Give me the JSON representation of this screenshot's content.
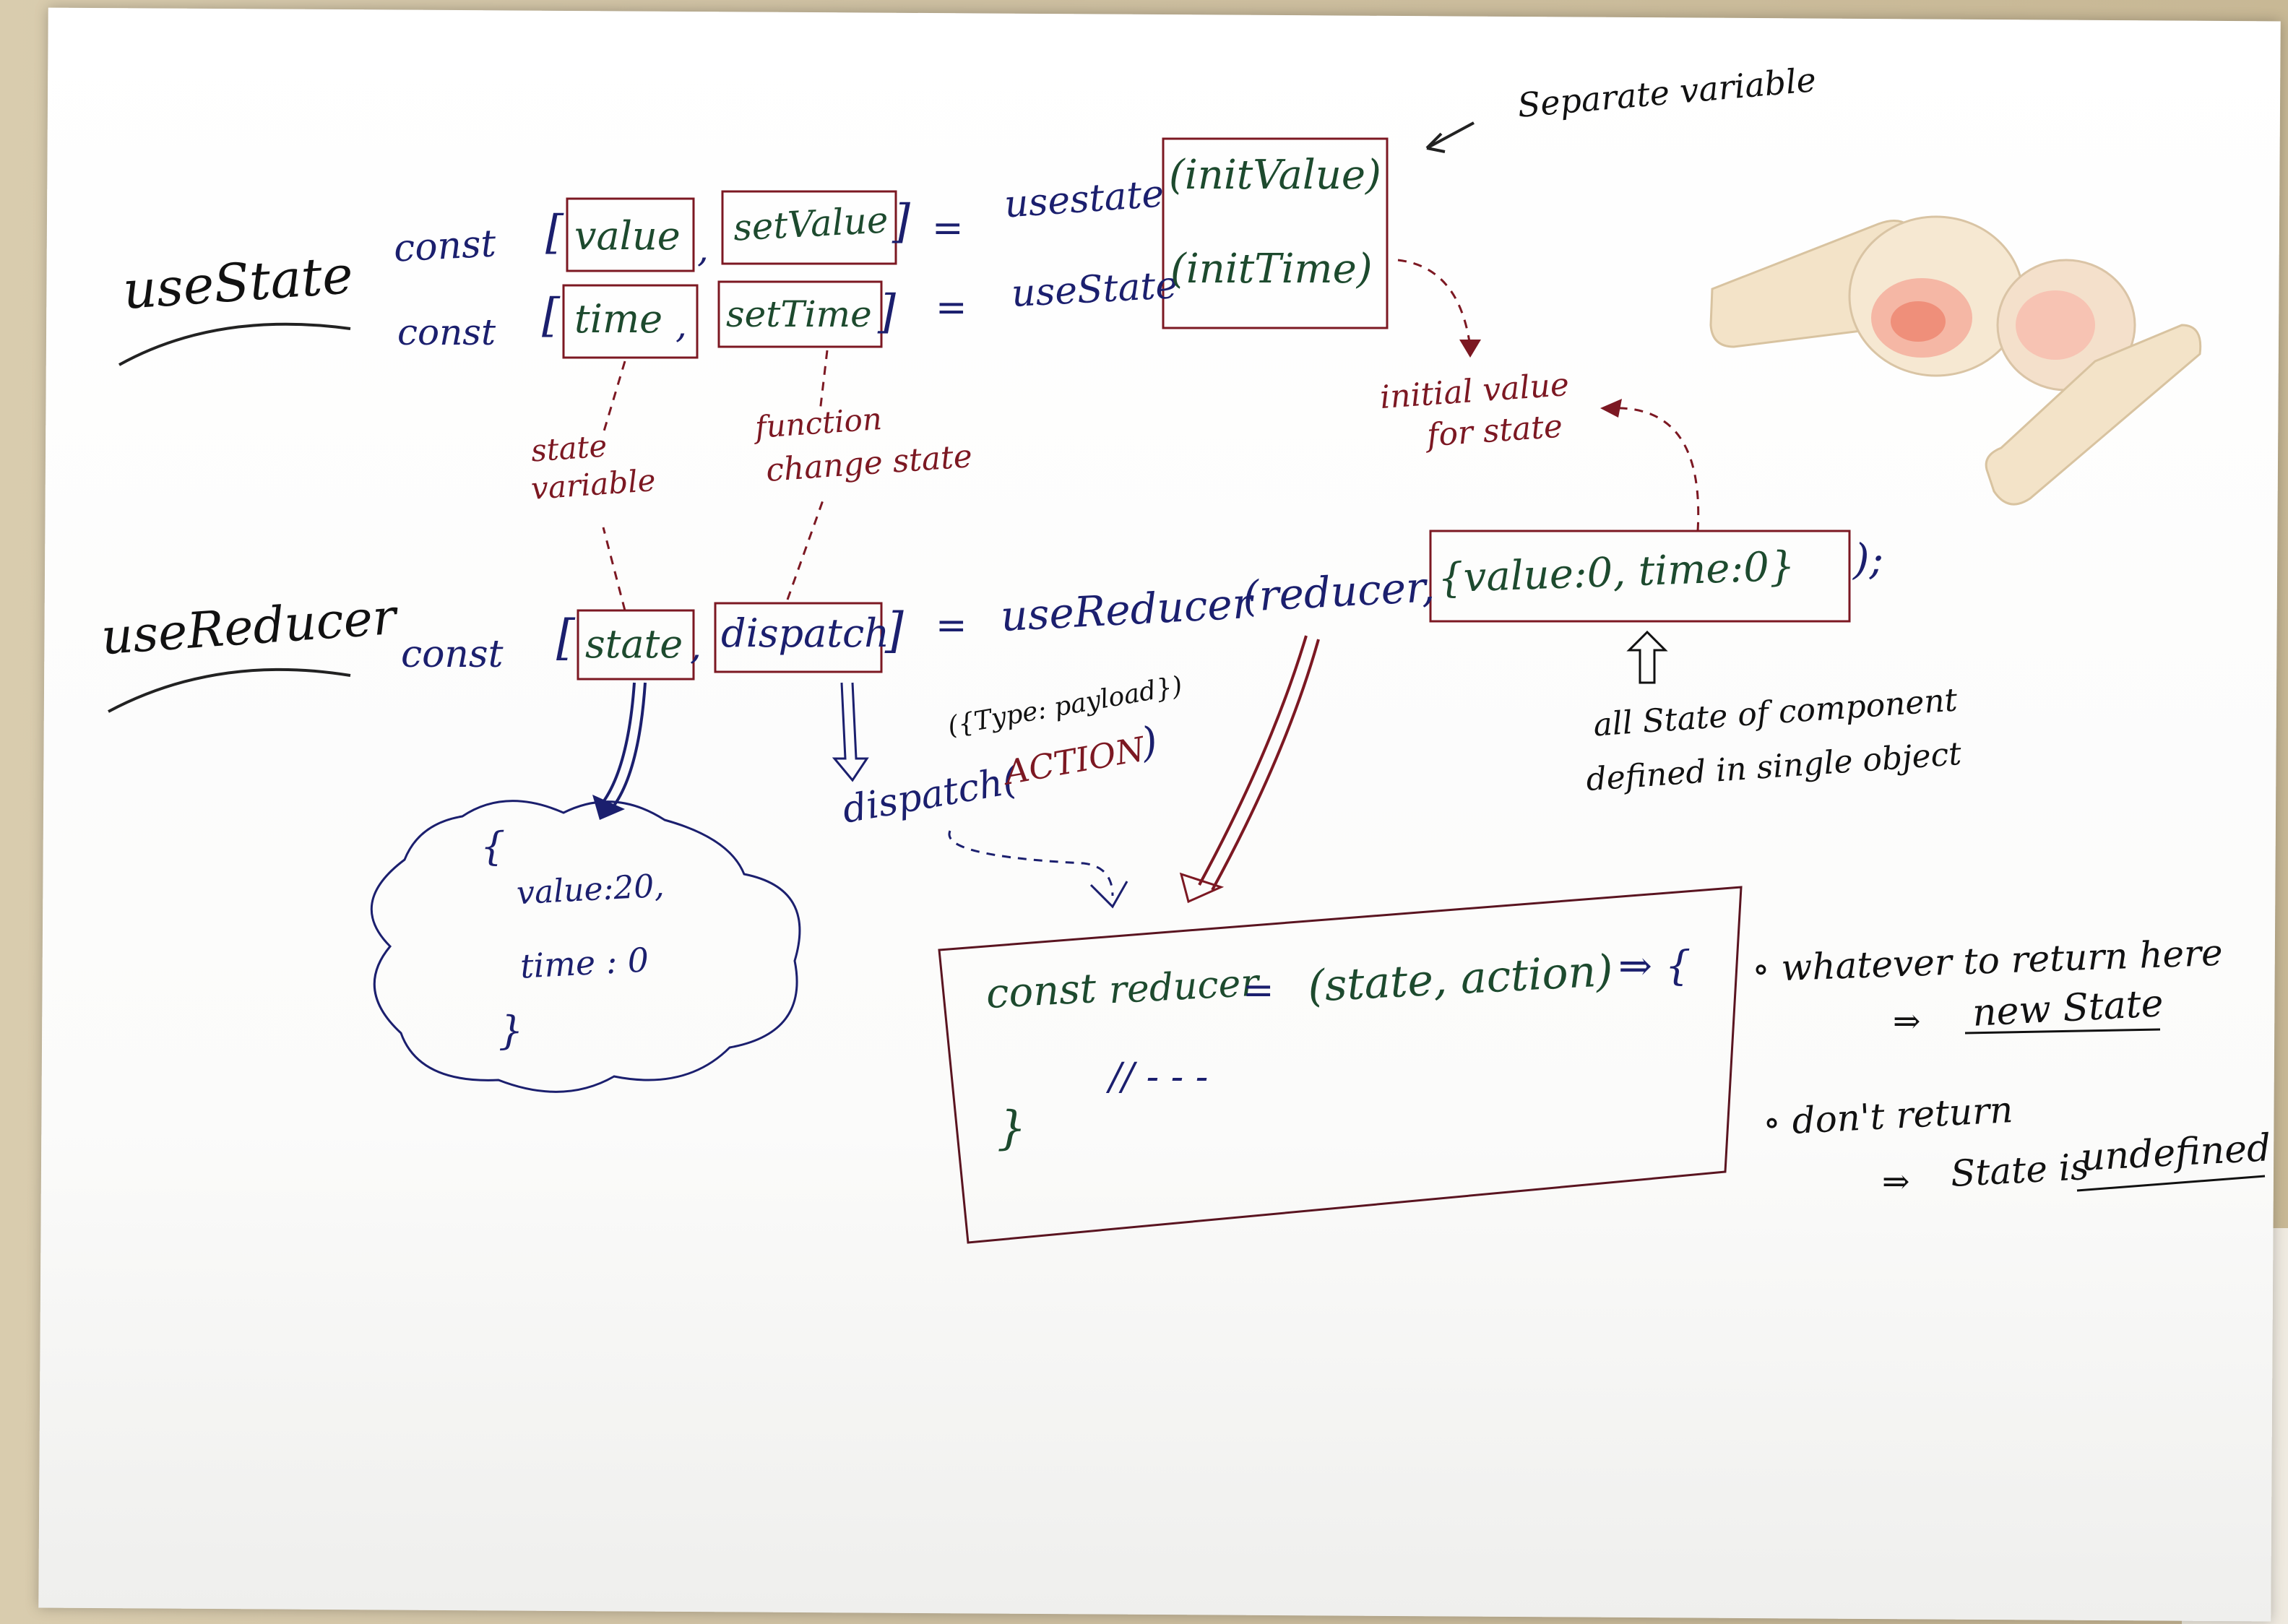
{
  "headings": {
    "usestate": "useState",
    "usereducer": "useReducer"
  },
  "usestate_line1": {
    "const": "const",
    "open_bracket": "[",
    "var": "value",
    "comma": ",",
    "setter": "setValue",
    "close_bracket": "]",
    "equals": "=",
    "hook": "usestate",
    "arg": "(initValue)"
  },
  "usestate_line2": {
    "const": "const",
    "open_bracket": "[",
    "var": "time",
    "comma": ",",
    "setter": "setTime",
    "close_bracket": "]",
    "equals": "=",
    "hook": "useState",
    "arg": "(initTime)"
  },
  "annotations": {
    "separate_variable": "Separate variable",
    "initial_value_l1": "initial value",
    "initial_value_l2": "for state",
    "state_variable_l1": "state",
    "state_variable_l2": "variable",
    "function_l1": "function",
    "function_l2": "change state"
  },
  "usereducer_line": {
    "const": "const",
    "open_bracket": "[",
    "state": "state",
    "comma": ",",
    "dispatch": "dispatch",
    "close_bracket": "]",
    "equals": "=",
    "hook": "useReducer",
    "args_open": "(reducer,",
    "init_object": "{value:0,  time:0}",
    "args_close": ");"
  },
  "all_state_note": {
    "l1": "all State of component",
    "l2": "defined in single object"
  },
  "dispatch_call": {
    "payload": "({Type: payload})",
    "fn": "dispatch(",
    "action": "ACTION",
    "close": ")"
  },
  "cloud": {
    "open": "{",
    "value_line": "value:20,",
    "time_line": "time : 0",
    "close": "}"
  },
  "reducer_box": {
    "const": "const",
    "name": "reducer",
    "equals": "=",
    "params": "(state, action)",
    "arrow": "⇒ {",
    "comment": "//  - - -",
    "close": "}"
  },
  "notes": {
    "bullet1": "∘ whatever to return here",
    "arrow1": "⇒",
    "new_state": "new State",
    "bullet2": "∘ don't return",
    "arrow2": "⇒",
    "state_is": "State is",
    "undefined_word": "undefined"
  },
  "colors": {
    "navy": "#1b1f6e",
    "green": "#1d4a2e",
    "red": "#7c1822",
    "paper": "#ffffff",
    "table": "#cdbf9f"
  }
}
